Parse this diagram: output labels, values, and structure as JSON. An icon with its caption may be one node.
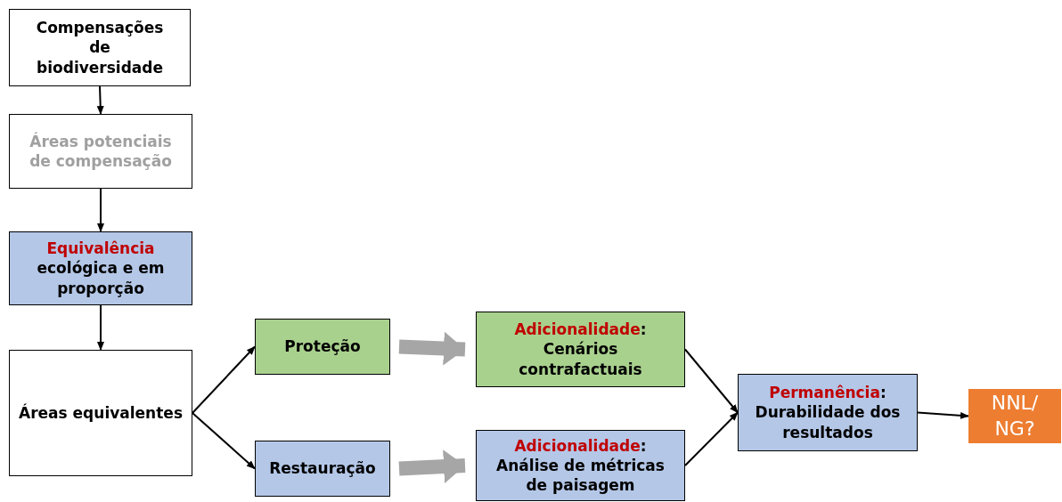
{
  "diagram": {
    "nodes": [
      {
        "text": [
          "Compensações de biodiversidade"
        ]
      },
      {
        "text": [
          "Áreas potenciais de compensação"
        ]
      },
      {
        "text": [
          "*Equivalência* ecológica e em proporção"
        ]
      },
      {
        "text": [
          "Áreas equivalentes"
        ]
      },
      {
        "text": [
          "Proteção"
        ]
      },
      {
        "text": [
          "Restauração"
        ]
      },
      {
        "text": [
          "*Adicionalidade*: Cenários contrafactuais"
        ]
      },
      {
        "text": [
          "*Adicionalidade*: Análise de métricas de paisagem"
        ]
      },
      {
        "text": [
          "*Permanência*: Durabilidade dos resultados"
        ]
      },
      {
        "text": [
          "NNL/ NG?"
        ]
      }
    ],
    "edges": [
      {
        "from": 0,
        "to": 1,
        "arrow": "to"
      },
      {
        "from": 1,
        "to": 2,
        "arrow": "to"
      },
      {
        "from": 2,
        "to": 3,
        "arrow": "to"
      },
      {
        "from": 3,
        "to": 4,
        "arrow": "to"
      },
      {
        "from": 3,
        "to": 5,
        "arrow": "to"
      },
      {
        "from": 4,
        "to": 6,
        "arrow": "to",
        "style": "thick",
        "color": "#a6a6a6"
      },
      {
        "from": 5,
        "to": 7,
        "arrow": "to",
        "style": "thick",
        "color": "#a6a6a6"
      },
      {
        "from": 6,
        "to": 8,
        "arrow": "to"
      },
      {
        "from": 7,
        "to": 8,
        "arrow": "to"
      },
      {
        "from": 8,
        "to": 9,
        "arrow": "to"
      }
    ]
  }
}
